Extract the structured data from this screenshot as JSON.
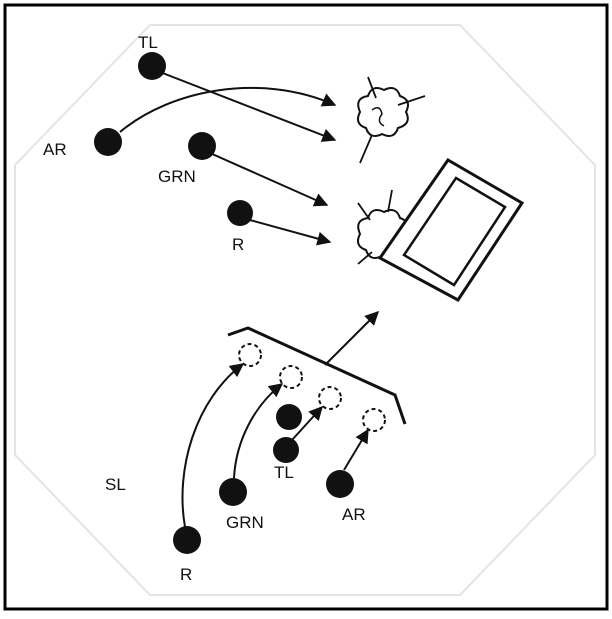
{
  "labels": {
    "tl_top": "TL",
    "ar_top": "AR",
    "grn_top": "GRN",
    "r_top": "R",
    "sl": "SL",
    "r_bottom": "R",
    "grn_bottom": "GRN",
    "tl_bottom": "TL",
    "ar_bottom": "AR"
  },
  "colors": {
    "ink": "#111111",
    "frame": "#000000",
    "background": "#ffffff"
  }
}
